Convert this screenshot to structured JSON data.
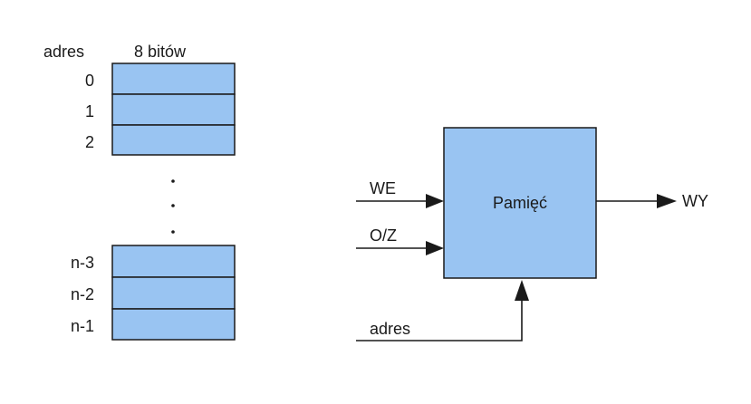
{
  "colors": {
    "cell_fill": "#99c4f2",
    "block_fill": "#99c4f2",
    "stroke": "#1a1a1a",
    "text": "#1a1a1a",
    "background": "#ffffff"
  },
  "memory_table": {
    "address_header": "adres",
    "width_header": "8 bitów",
    "top_rows": [
      "0",
      "1",
      "2"
    ],
    "bottom_rows": [
      "n-3",
      "n-2",
      "n-1"
    ],
    "gap_marker": "vertical-ellipsis"
  },
  "memory_block": {
    "label": "Pamięć",
    "inputs": [
      "WE",
      "O/Z"
    ],
    "output": "WY",
    "address_input": "adres"
  }
}
